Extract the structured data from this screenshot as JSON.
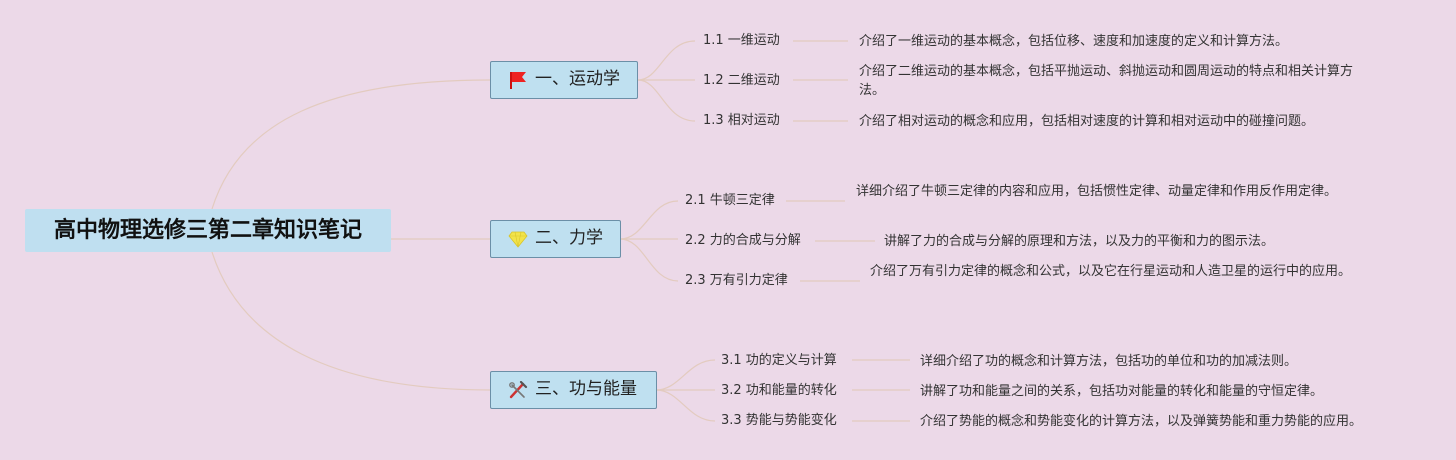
{
  "root": {
    "label": "高中物理选修三第二章知识笔记"
  },
  "sections": [
    {
      "label": "一、运动学",
      "icon": "red-flag-icon",
      "children": [
        {
          "label": "1.1 一维运动",
          "description": "介绍了一维运动的基本概念，包括位移、速度和加速度的定义和计算方法。"
        },
        {
          "label": "1.2 二维运动",
          "description": "介绍了二维运动的基本概念，包括平抛运动、斜抛运动和圆周运动的特点和相关计算方法。"
        },
        {
          "label": "1.3 相对运动",
          "description": "介绍了相对运动的概念和应用，包括相对速度的计算和相对运动中的碰撞问题。"
        }
      ]
    },
    {
      "label": "二、力学",
      "icon": "diamond-icon",
      "children": [
        {
          "label": "2.1 牛顿三定律",
          "description": "详细介绍了牛顿三定律的内容和应用，包括惯性定律、动量定律和作用反作用定律。"
        },
        {
          "label": "2.2 力的合成与分解",
          "description": "讲解了力的合成与分解的原理和方法，以及力的平衡和力的图示法。"
        },
        {
          "label": "2.3 万有引力定律",
          "description": "介绍了万有引力定律的概念和公式，以及它在行星运动和人造卫星的运行中的应用。"
        }
      ]
    },
    {
      "label": "三、功与能量",
      "icon": "tools-icon",
      "children": [
        {
          "label": "3.1 功的定义与计算",
          "description": "详细介绍了功的概念和计算方法，包括功的单位和功的加减法则。"
        },
        {
          "label": "3.2 功和能量的转化",
          "description": "讲解了功和能量之间的关系，包括功对能量的转化和能量的守恒定律。"
        },
        {
          "label": "3.3 势能与势能变化",
          "description": "介绍了势能的概念和势能变化的计算方法，以及弹簧势能和重力势能的应用。"
        }
      ]
    }
  ],
  "colors": {
    "background": "#ecd9e8",
    "root_fill": "#bfdff0",
    "section_fill": "#bfe0f0",
    "section_border": "#6b8fa7",
    "connector": "#e6cfc3"
  }
}
